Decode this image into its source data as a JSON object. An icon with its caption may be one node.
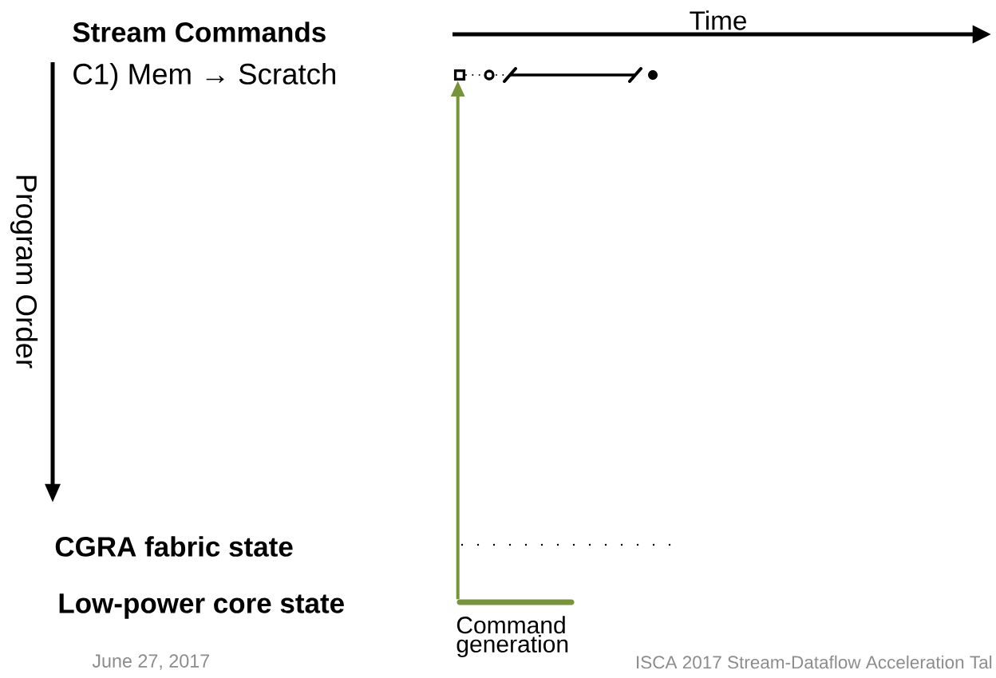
{
  "diagram": {
    "nodes": [
      {
        "text": [],
        "shape": "bar",
        "beside": [
          "Command generation"
        ]
      },
      {
        "text": [],
        "shape": "box"
      }
    ],
    "edges": [
      {
        "from": 0,
        "to": 1,
        "arrow": "to",
        "color": "#77933c"
      }
    ],
    "labels": [
      "Stream Commands",
      "C1) Mem → Scratch",
      "Time",
      "Program Order",
      "CGRA fabric state",
      "Low-power core state",
      "June 27, 2017",
      "ISCA 2017 Stream-Dataflow Acceleration Tal"
    ]
  }
}
